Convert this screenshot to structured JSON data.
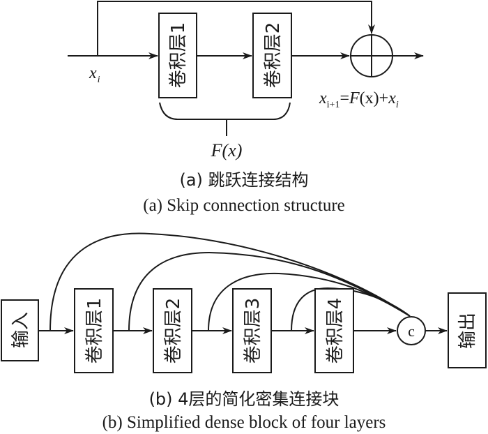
{
  "figure_a": {
    "input_label": "x",
    "input_sub": "i",
    "layers": [
      "卷积层1",
      "卷积层2"
    ],
    "brace_label": "F(x)",
    "output_formula": {
      "lhs": "x",
      "lhs_sub": "i+1",
      "eq": "=",
      "F": "F",
      "arg": "(x)",
      "plus": "+",
      "rhs": "x",
      "rhs_sub": "i"
    },
    "operator": "add",
    "caption_cn": "(a) 跳跃连接结构",
    "caption_en": "(a) Skip connection structure"
  },
  "figure_b": {
    "input_label": "输入",
    "layers": [
      "卷积层1",
      "卷积层2",
      "卷积层3",
      "卷积层4"
    ],
    "concat_label": "c",
    "output_label": "输出",
    "caption_cn": "(b) 4层的简化密集连接块",
    "caption_en": "(b) Simplified dense block of four layers"
  },
  "colors": {
    "stroke": "#1a1a1a",
    "background": "#ffffff"
  }
}
